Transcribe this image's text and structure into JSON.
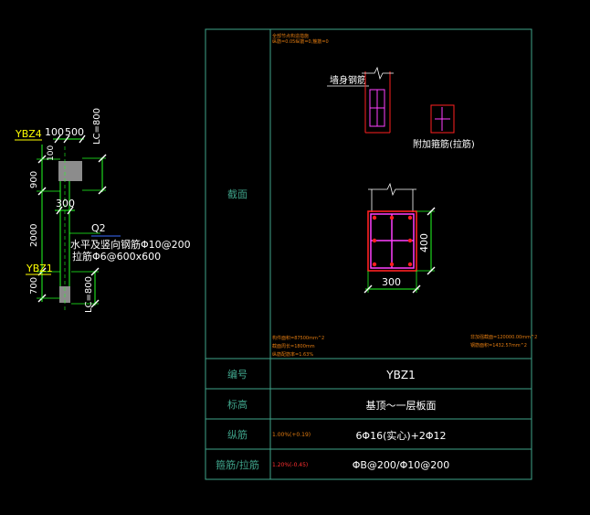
{
  "left_elevation": {
    "label_ybz4": "YBZ4",
    "label_ybz1": "YBZ1",
    "dim_100": "100",
    "dim_500": "500",
    "dim_lc_top": "LC=800",
    "dim_900": "900",
    "dim_300": "300",
    "dim_2000": "2000",
    "dim_700": "700",
    "dim_lc_bottom": "LC=800",
    "wall_tag": "Q2",
    "note_line1": "水平及竖向钢筋Φ10@200",
    "note_line2": "拉筋Φ6@600x600"
  },
  "table": {
    "row_labels": {
      "section": "截面",
      "number": "编号",
      "elevation": "标高",
      "longitudinal": "纵筋",
      "stirrup": "箍筋/拉筋"
    },
    "section_cell": {
      "top_note_line1": "全部节点构造措施",
      "top_note_line2": "纵筋=0.05纵筋=0,箍筋=0",
      "wall_rebar_label": "墙身钢筋",
      "extra_stirrup_label": "附加箍筋(拉筋)",
      "dim_400": "400",
      "dim_300": "300",
      "bottom_left_line1": "构件面积=87500mm^2",
      "bottom_left_line2": "截面周长=1800mm",
      "bottom_left_line3": "纵筋配筋率=1.63%",
      "bottom_right_line1": "非加强截面=120000.00mm^2",
      "bottom_right_line2": "钢筋面积=1432.57mm^2"
    },
    "number_value": "YBZ1",
    "elevation_value": "基顶～一层板面",
    "longitudinal_note": "1.00%(+0.19)",
    "longitudinal_value": "6Φ16(实心)+2Φ12",
    "stirrup_note": "1.20%(-0.45)",
    "stirrup_value": "ΦB@200/Φ10@200"
  },
  "colors": {
    "background": "#000000",
    "table_line": "#3fa38a",
    "dimension": "#22ff22",
    "label_yellow": "#ffff00",
    "text_white": "#ffffff",
    "rebar_red": "#ff2020",
    "stirrup_magenta": "#ff40ff",
    "note_orange": "#e07a10",
    "note_red": "#ff3030",
    "column_fill": "#8c8c8c"
  }
}
